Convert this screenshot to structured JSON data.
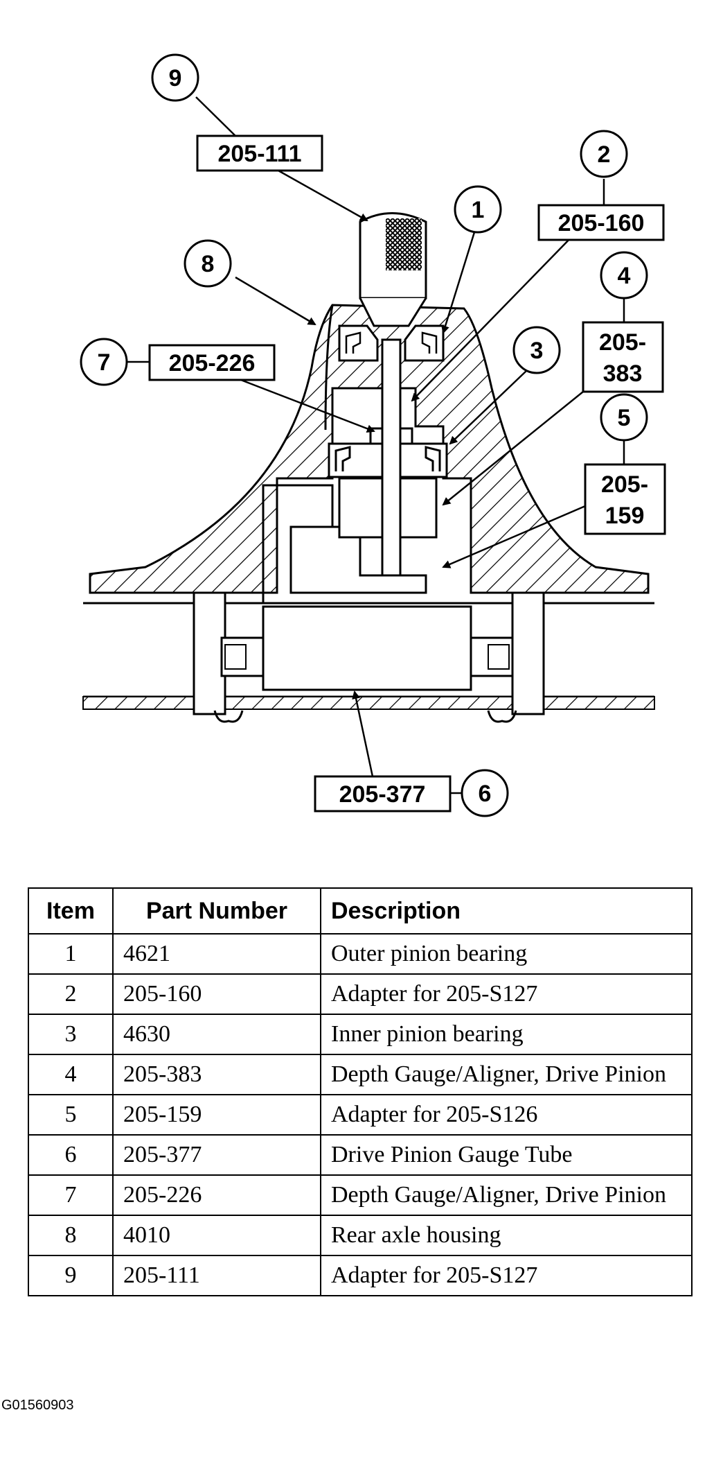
{
  "callouts": [
    {
      "num": "9",
      "part": "205-111"
    },
    {
      "num": "2",
      "part": "205-160"
    },
    {
      "num": "1",
      "part": ""
    },
    {
      "num": "8",
      "part": ""
    },
    {
      "num": "4",
      "part_line1": "205-",
      "part_line2": "383"
    },
    {
      "num": "7",
      "part": "205-226"
    },
    {
      "num": "3",
      "part": ""
    },
    {
      "num": "5",
      "part_line1": "205-",
      "part_line2": "159"
    },
    {
      "num": "6",
      "part": "205-377"
    }
  ],
  "table": {
    "headers": [
      "Item",
      "Part Number",
      "Description"
    ],
    "rows": [
      {
        "item": "1",
        "part": "4621",
        "desc": "Outer pinion bearing"
      },
      {
        "item": "2",
        "part": "205-160",
        "desc": "Adapter for 205-S127"
      },
      {
        "item": "3",
        "part": "4630",
        "desc": "Inner pinion bearing"
      },
      {
        "item": "4",
        "part": "205-383",
        "desc": "Depth Gauge/Aligner, Drive Pinion"
      },
      {
        "item": "5",
        "part": "205-159",
        "desc": "Adapter for 205-S126"
      },
      {
        "item": "6",
        "part": "205-377",
        "desc": "Drive Pinion Gauge Tube"
      },
      {
        "item": "7",
        "part": "205-226",
        "desc": "Depth Gauge/Aligner, Drive Pinion"
      },
      {
        "item": "8",
        "part": "4010",
        "desc": "Rear axle housing"
      },
      {
        "item": "9",
        "part": "205-111",
        "desc": "Adapter for 205-S127"
      }
    ]
  },
  "figure_id": "G01560903"
}
